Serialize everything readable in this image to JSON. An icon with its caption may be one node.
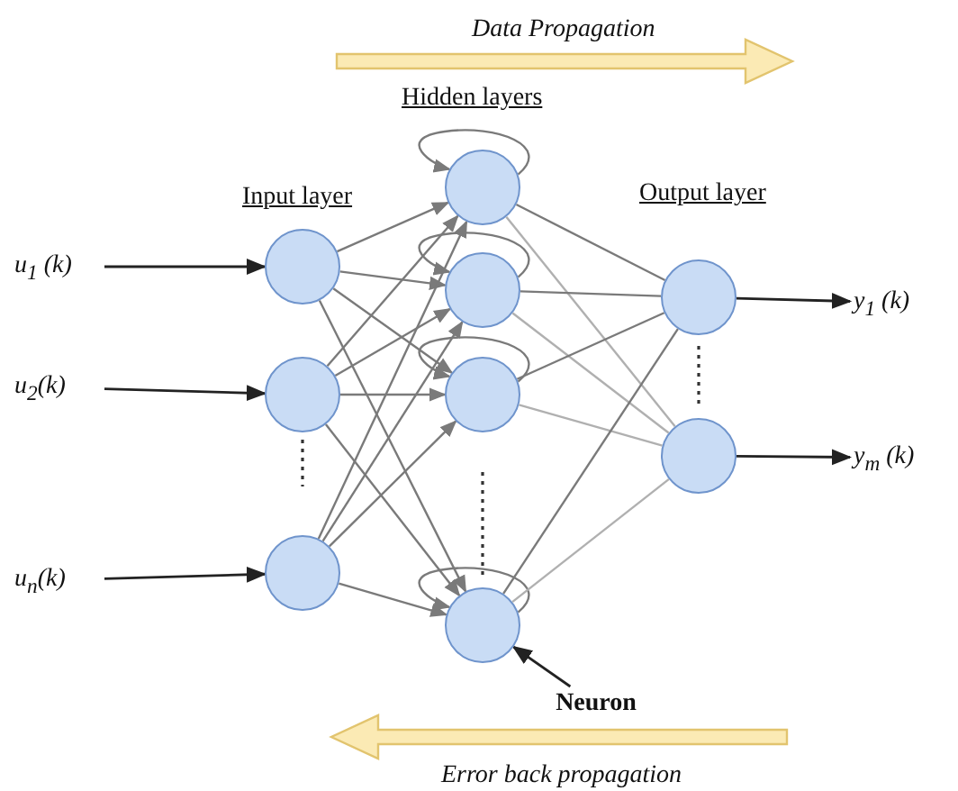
{
  "diagram": {
    "nodes": [
      {
        "text": [
          "u$_{1}$ (k)"
        ]
      },
      {
        "text": [
          "u$_{2}$(k)"
        ]
      },
      {
        "text": [
          "u$_{n}$(k)"
        ]
      },
      {
        "text": [],
        "shape": "circle"
      },
      {
        "text": [],
        "shape": "circle"
      },
      {
        "text": [],
        "shape": "circle"
      },
      {
        "text": [],
        "shape": "circle"
      },
      {
        "text": [],
        "shape": "circle"
      },
      {
        "text": [],
        "shape": "circle"
      },
      {
        "text": [],
        "shape": "circle"
      },
      {
        "text": [],
        "shape": "circle"
      },
      {
        "text": [],
        "shape": "circle"
      },
      {
        "text": [
          "y$_{1}$ (k)"
        ]
      },
      {
        "text": [
          "y$_{m}$ (k)"
        ]
      },
      {
        "text": [
          "Neuron"
        ]
      }
    ],
    "edges": [
      {
        "from": 0,
        "to": 3,
        "arrow": "to",
        "color": "#222222"
      },
      {
        "from": 1,
        "to": 4,
        "arrow": "to",
        "color": "#222222"
      },
      {
        "from": 2,
        "to": 5,
        "arrow": "to",
        "color": "#222222"
      },
      {
        "from": 3,
        "to": 6,
        "arrow": "to"
      },
      {
        "from": 3,
        "to": 7,
        "arrow": "to"
      },
      {
        "from": 3,
        "to": 8,
        "arrow": "to"
      },
      {
        "from": 3,
        "to": 9,
        "arrow": "to"
      },
      {
        "from": 4,
        "to": 6,
        "arrow": "to"
      },
      {
        "from": 4,
        "to": 7,
        "arrow": "to"
      },
      {
        "from": 4,
        "to": 8,
        "arrow": "to"
      },
      {
        "from": 4,
        "to": 9,
        "arrow": "to"
      },
      {
        "from": 5,
        "to": 6,
        "arrow": "to"
      },
      {
        "from": 5,
        "to": 7,
        "arrow": "to"
      },
      {
        "from": 5,
        "to": 8,
        "arrow": "to"
      },
      {
        "from": 5,
        "to": 9,
        "arrow": "to"
      },
      {
        "from": 6,
        "to": 6,
        "arrow": "to"
      },
      {
        "from": 7,
        "to": 7,
        "arrow": "to"
      },
      {
        "from": 8,
        "to": 8,
        "arrow": "to"
      },
      {
        "from": 9,
        "to": 9,
        "arrow": "to"
      },
      {
        "from": 6,
        "to": 10,
        "arrow": "none"
      },
      {
        "from": 6,
        "to": 11,
        "arrow": "none",
        "color": "#b0b0b0"
      },
      {
        "from": 7,
        "to": 10,
        "arrow": "none"
      },
      {
        "from": 7,
        "to": 11,
        "arrow": "none",
        "color": "#b0b0b0"
      },
      {
        "from": 8,
        "to": 10,
        "arrow": "none"
      },
      {
        "from": 8,
        "to": 11,
        "arrow": "none",
        "color": "#b0b0b0"
      },
      {
        "from": 9,
        "to": 10,
        "arrow": "none"
      },
      {
        "from": 9,
        "to": 11,
        "arrow": "none",
        "color": "#b0b0b0"
      },
      {
        "from": 10,
        "to": 12,
        "arrow": "to",
        "color": "#222222"
      },
      {
        "from": 11,
        "to": 13,
        "arrow": "to",
        "color": "#222222"
      },
      {
        "from": 14,
        "to": 9,
        "arrow": "to",
        "color": "#222222"
      }
    ],
    "labels": [
      "Data Propagation",
      "Hidden layers",
      "Input layer",
      "Output layer",
      "Error back propagation"
    ]
  }
}
